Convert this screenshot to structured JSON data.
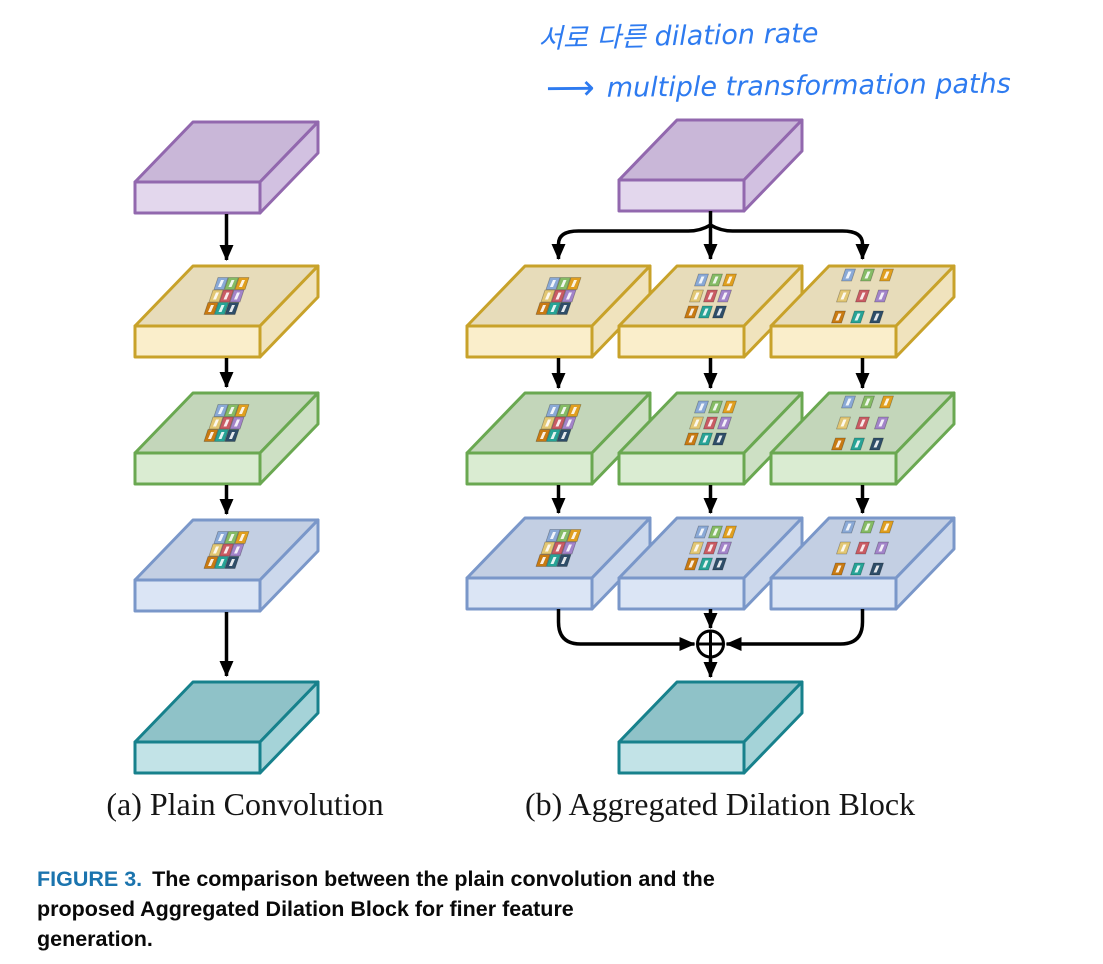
{
  "page": {
    "background": "#ffffff"
  },
  "annotation": {
    "line1": "서로 다른 dilation rate",
    "arrow": "⟶",
    "line2": "multiple transformation paths",
    "ink_color": "#2e7bf0"
  },
  "captions": {
    "a": "(a) Plain Convolution",
    "b": "(b) Aggregated Dilation Block"
  },
  "figure_caption": {
    "label": "FIGURE 3.",
    "label_color": "#1b74ae",
    "line1": "The comparison between the plain convolution and the",
    "line2": "proposed Aggregated Dilation Block for finer feature",
    "line3": "generation."
  },
  "palettes": {
    "purple": {
      "top": "#c9b7d8",
      "front": "#e3d7ed",
      "side": "#d2c1e1",
      "border": "#9268ae"
    },
    "yellow": {
      "top": "#e7dcba",
      "front": "#faeecb",
      "side": "#f0e3bd",
      "border": "#c8a22a"
    },
    "green": {
      "top": "#c3d6ba",
      "front": "#daecd2",
      "side": "#cde0c4",
      "border": "#6aa851"
    },
    "blue": {
      "top": "#c3cfe3",
      "front": "#dbe5f5",
      "side": "#ccd8ec",
      "border": "#7a97c9"
    },
    "teal": {
      "top": "#8fc2c8",
      "front": "#c2e3e7",
      "side": "#a5d3d8",
      "border": "#17818c"
    }
  },
  "kernel_colors": [
    "#8aa9d6",
    "#85bb65",
    "#e09f1f",
    "#e2c774",
    "#c95b63",
    "#a284c9",
    "#c87a12",
    "#27a396",
    "#2e4d68"
  ],
  "diagram_a": {
    "name": "plain-convolution",
    "stack": [
      {
        "color": "purple",
        "role": "input-feature-map"
      },
      {
        "color": "yellow",
        "role": "conv-layer",
        "dilation": 1
      },
      {
        "color": "green",
        "role": "conv-layer",
        "dilation": 1
      },
      {
        "color": "blue",
        "role": "conv-layer",
        "dilation": 1
      },
      {
        "color": "teal",
        "role": "output-feature-map"
      }
    ]
  },
  "diagram_b": {
    "name": "aggregated-dilation-block",
    "input": {
      "color": "purple",
      "role": "input-feature-map"
    },
    "columns": [
      {
        "dilation": 1,
        "stack": [
          "yellow",
          "green",
          "blue"
        ]
      },
      {
        "dilation": 2,
        "stack": [
          "yellow",
          "green",
          "blue"
        ]
      },
      {
        "dilation": 3,
        "stack": [
          "yellow",
          "green",
          "blue"
        ]
      }
    ],
    "merge_symbol": "⊕",
    "output": {
      "color": "teal",
      "role": "output-feature-map"
    }
  }
}
